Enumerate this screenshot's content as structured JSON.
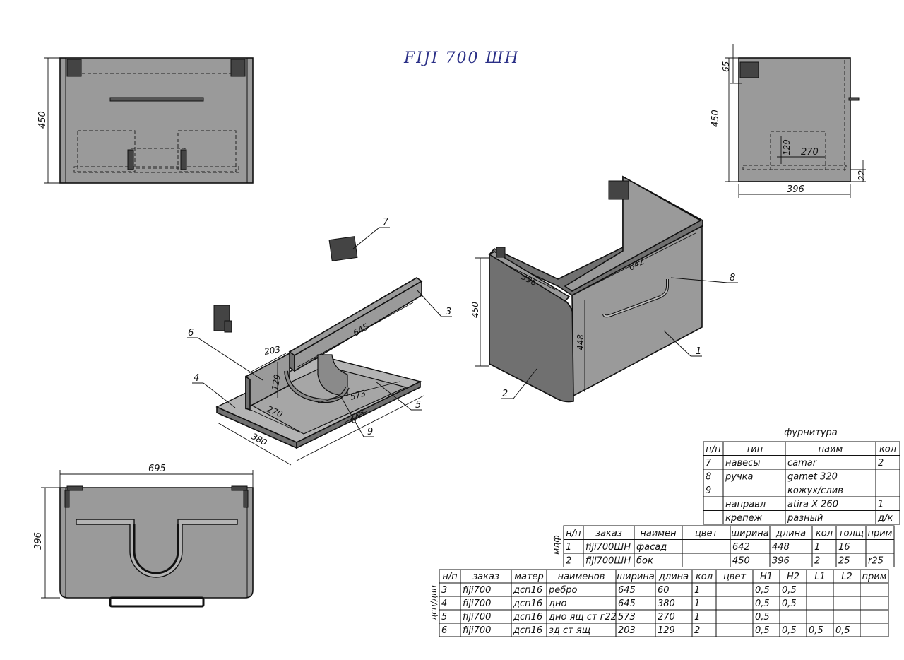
{
  "title": "FIJI 700 ШН",
  "front_view": {
    "height_dim": "450"
  },
  "side_view": {
    "height_dim": "450",
    "top_dim": "65",
    "drawer_h": "129",
    "drawer_w": "270",
    "bottom_dim": "22",
    "width_dim": "396"
  },
  "top_view": {
    "width_dim": "695",
    "depth_dim": "396"
  },
  "drawer_iso": {
    "d_203": "203",
    "d_129": "129",
    "d_645_top": "645",
    "d_573": "573",
    "d_270": "270",
    "d_645_bottom": "645",
    "d_380": "380"
  },
  "cabinet_iso": {
    "d_396": "396",
    "d_642": "642",
    "d_450": "450",
    "d_448": "448"
  },
  "callouts": [
    "7",
    "3",
    "6",
    "4",
    "5",
    "9",
    "8",
    "1",
    "2"
  ],
  "hardware_table": {
    "caption": "фурнитура",
    "headers": [
      "н/п",
      "тип",
      "наим",
      "кол"
    ],
    "rows": [
      [
        "7",
        "навесы",
        "camar",
        "2"
      ],
      [
        "8",
        "ручка",
        "gamet 320",
        ""
      ],
      [
        "9",
        "",
        "кожух/слив",
        ""
      ],
      [
        "",
        "направл",
        "atira X 260",
        "1"
      ],
      [
        "",
        "крепеж",
        "разный",
        "д/к"
      ]
    ]
  },
  "mdf_table": {
    "side_label": "мдф",
    "headers": [
      "н/п",
      "заказ",
      "наимен",
      "цвет",
      "ширина",
      "длина",
      "кол",
      "толщ",
      "прим"
    ],
    "rows": [
      [
        "1",
        "fiji700ШН",
        "фасад",
        "",
        "642",
        "448",
        "1",
        "16",
        ""
      ],
      [
        "2",
        "fiji700ШН",
        "бок",
        "",
        "450",
        "396",
        "2",
        "25",
        "r25"
      ]
    ]
  },
  "dsp_table": {
    "side_label": "дсп/двп",
    "headers": [
      "н/п",
      "заказ",
      "матер",
      "наименов",
      "ширина",
      "длина",
      "кол",
      "цвет",
      "H1",
      "H2",
      "L1",
      "L2",
      "прим"
    ],
    "rows": [
      [
        "3",
        "fiji700",
        "дсп16",
        "ребро",
        "645",
        "60",
        "1",
        "",
        "0,5",
        "0,5",
        "",
        "",
        ""
      ],
      [
        "4",
        "fiji700",
        "дсп16",
        "дно",
        "645",
        "380",
        "1",
        "",
        "0,5",
        "0,5",
        "",
        "",
        ""
      ],
      [
        "5",
        "fiji700",
        "дсп16",
        "дно ящ ст г22",
        "573",
        "270",
        "1",
        "",
        "0,5",
        "",
        "",
        "",
        ""
      ],
      [
        "6",
        "fiji700",
        "дсп16",
        "зд ст ящ",
        "203",
        "129",
        "2",
        "",
        "0,5",
        "0,5",
        "0,5",
        "0,5",
        ""
      ]
    ]
  },
  "colors": {
    "panel": "#9a9a9a",
    "dark_panel": "#707070",
    "title": "#2a2f86"
  }
}
